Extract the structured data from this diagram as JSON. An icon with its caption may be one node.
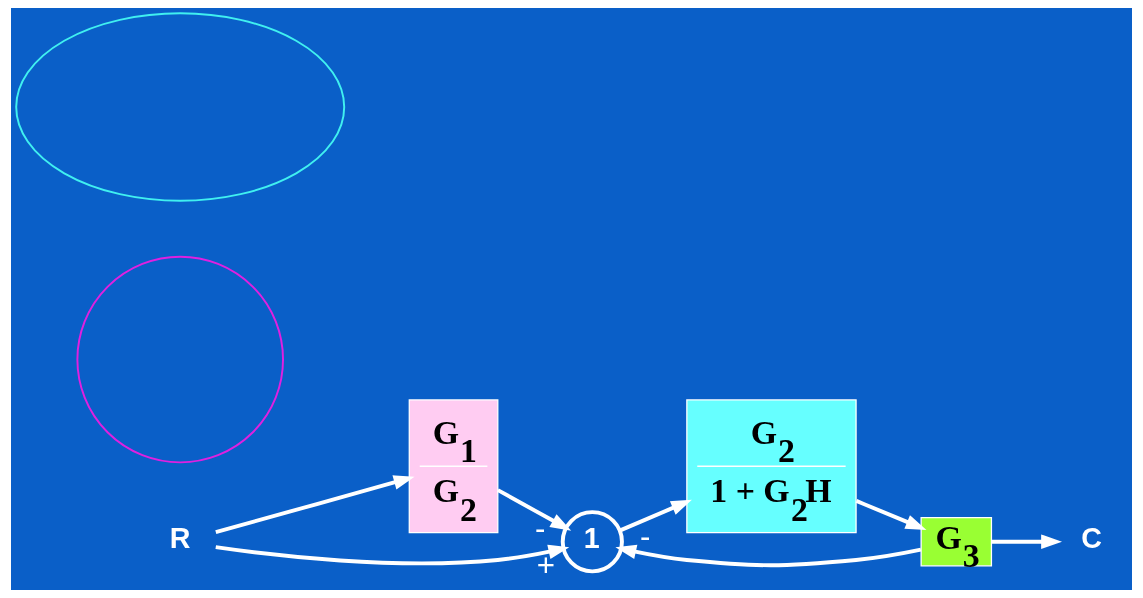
{
  "diagram": {
    "nodes": [
      {
        "text": [
          "R"
        ]
      },
      {
        "text": [
          "G$_{1}$",
          "G$_{2}$"
        ]
      },
      {
        "text": [
          "1"
        ]
      },
      {
        "text": [
          "G$_{2}$",
          "1 + G$_{2}$H"
        ]
      },
      {
        "text": [
          "G$_{3}$"
        ]
      },
      {
        "text": [
          "C"
        ]
      },
      {
        "text": [],
        "shape": "circle"
      },
      {
        "text": [],
        "shape": "ellipse"
      }
    ],
    "edges": [
      {
        "from": 0,
        "to": 2,
        "arrow": "to",
        "label": "+"
      },
      {
        "from": 0,
        "to": 1,
        "arrow": "to"
      },
      {
        "from": 1,
        "to": 2,
        "arrow": "to",
        "label": "-"
      },
      {
        "from": 2,
        "to": 3,
        "arrow": "to"
      },
      {
        "from": 3,
        "to": 4,
        "arrow": "to"
      },
      {
        "from": 4,
        "to": 5,
        "arrow": "to"
      },
      {
        "from": 4,
        "to": 2,
        "arrow": "to",
        "label": "-"
      }
    ]
  }
}
